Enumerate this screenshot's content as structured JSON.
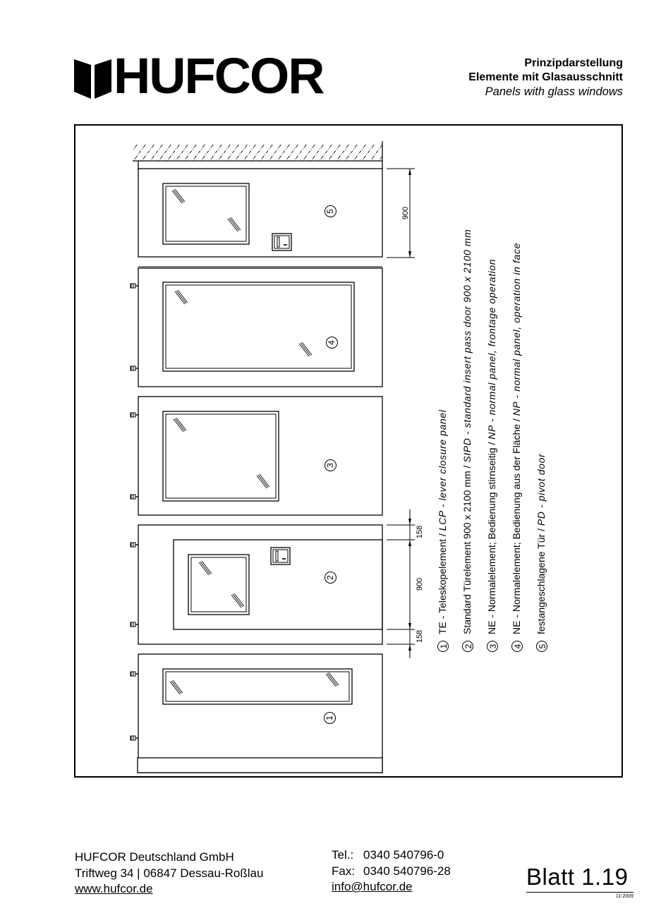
{
  "header": {
    "logo_text": "HUFCOR",
    "title_line1": "Prinzipdarstellung",
    "title_line2": "Elemente mit Glasausschnitt",
    "title_line3": "Panels with glass windows"
  },
  "drawing": {
    "panels": [
      {
        "number": "5",
        "type": "PD",
        "label": "pivot door",
        "has_lock": true
      },
      {
        "number": "4",
        "type": "NE/NP",
        "label": "normal panel, operation in face",
        "has_lock": false
      },
      {
        "number": "3",
        "type": "NE/NP",
        "label": "normal panel, frontage operation",
        "has_lock": false
      },
      {
        "number": "2",
        "type": "SIPD",
        "label": "standard insert pass door",
        "has_lock": true
      },
      {
        "number": "1",
        "type": "TE/LCP",
        "label": "lever closure panel",
        "has_lock": false
      }
    ],
    "dimensions": {
      "panel5_height": "900",
      "panel2_top_offset": "158",
      "panel2_door_height": "900",
      "panel2_bottom_offset": "158"
    }
  },
  "legend": {
    "items": [
      {
        "num": "1",
        "de": "TE - Teleskopelement / ",
        "en": " LCP - lever closure panel"
      },
      {
        "num": "2",
        "de": "Standard Türelement 900 x 2100 mm / ",
        "en": " SIPD - standard insert pass door 900 x 2100 mm"
      },
      {
        "num": "3",
        "de": "NE - Normalelement; Bedienung stirnseitig / ",
        "en": "NP - normal panel, frontage operation"
      },
      {
        "num": "4",
        "de": "NE - Normalelement; Bedienung aus der Fläche / ",
        "en": "NP - normal panel, operation in face"
      },
      {
        "num": "5",
        "de": "festangeschlagene Tür / ",
        "en": "PD - pivot door"
      }
    ]
  },
  "footer": {
    "company": "HUFCOR Deutschland GmbH",
    "address": "Triftweg 34 | 06847 Dessau-Roßlau",
    "website": "www.hufcor.de",
    "tel_label": "Tel.:",
    "tel": "0340 540796-0",
    "fax_label": "Fax:",
    "fax": "0340 540796-28",
    "email": "info@hufcor.de",
    "sheet": "Blatt 1.19",
    "date": "11-2009"
  }
}
